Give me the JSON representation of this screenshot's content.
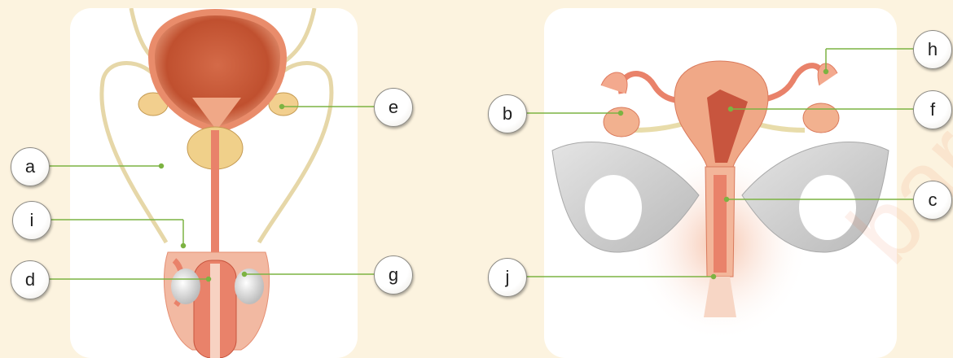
{
  "labels": {
    "a": "a",
    "b": "b",
    "c": "c",
    "d": "d",
    "e": "e",
    "f": "f",
    "g": "g",
    "h": "h",
    "i": "i",
    "j": "j"
  },
  "colors": {
    "background": "#fcf3df",
    "panel": "#ffffff",
    "leader_line": "#7cb342",
    "tissue": "#e9826a",
    "tissue_dark": "#c8553e",
    "bone": "#d9d9d9"
  }
}
